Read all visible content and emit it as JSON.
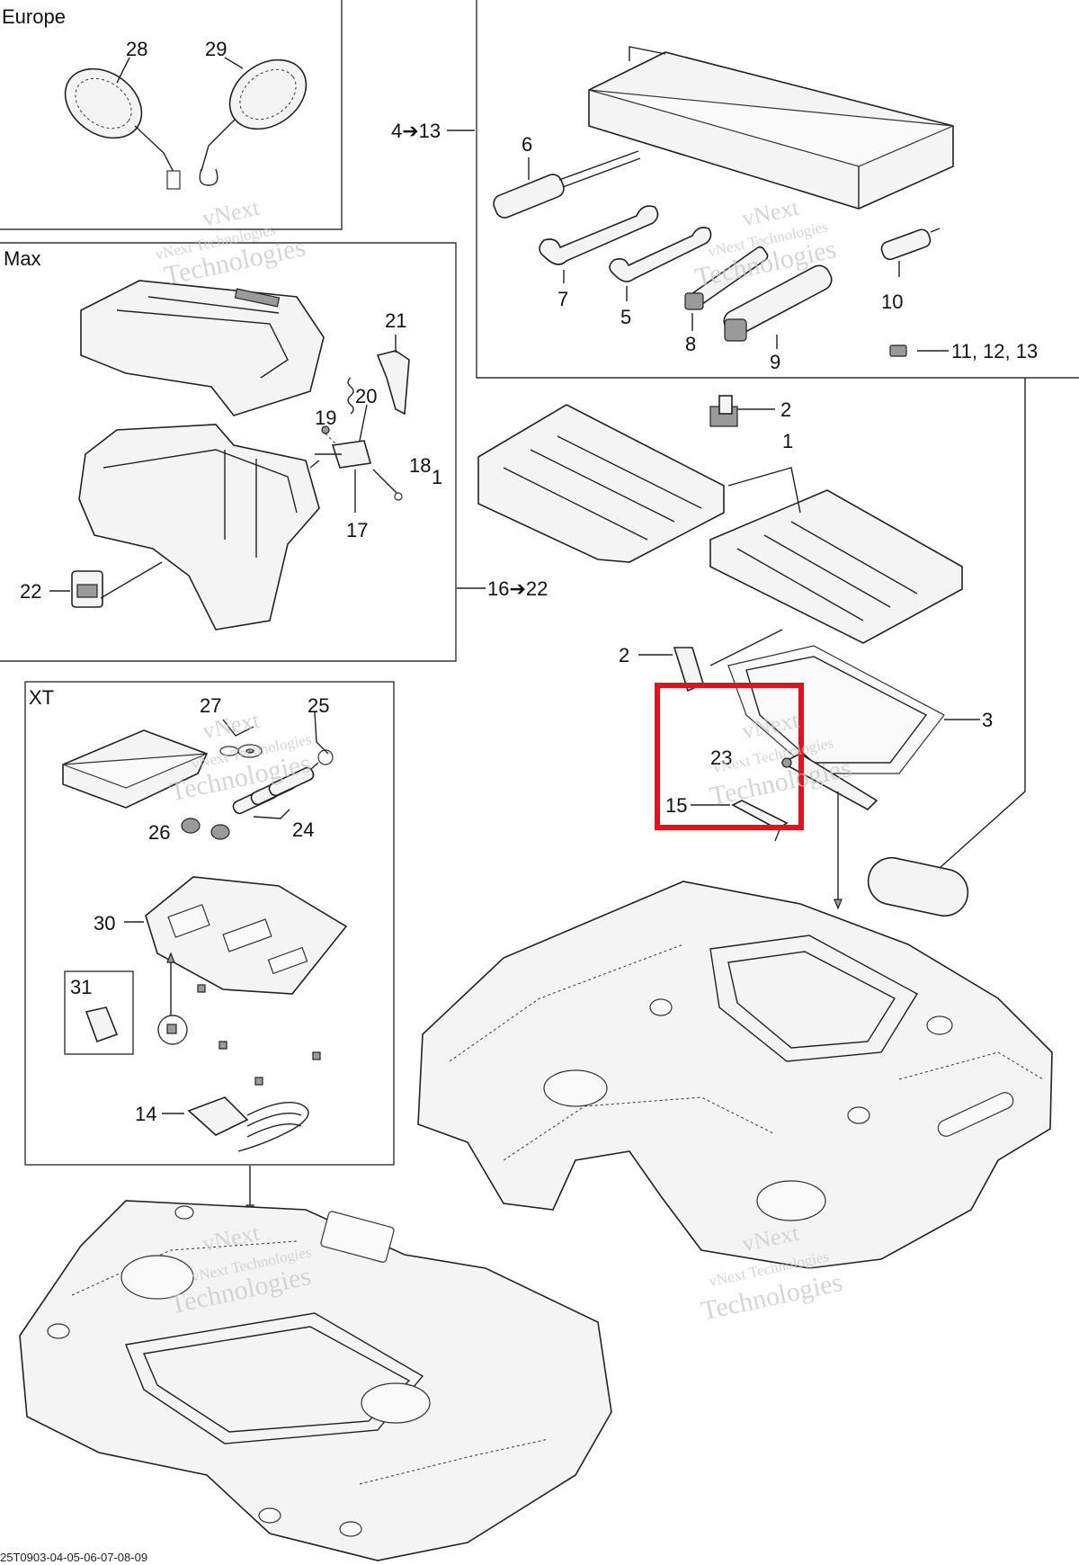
{
  "sections": {
    "europe": "Europe",
    "max": "Max",
    "xt": "XT"
  },
  "callouts": {
    "c28": "28",
    "c29": "29",
    "c4_13": "4➔13",
    "c6": "6",
    "c7": "7",
    "c5": "5",
    "c8": "8",
    "c9": "9",
    "c10": "10",
    "c11_12_13": "11, 12, 13",
    "c21": "21",
    "c20": "20",
    "c19": "19",
    "c18": "18",
    "c1a": "1",
    "c17": "17",
    "c22": "22",
    "c16_22": "16➔22",
    "c2a": "2",
    "c1b": "1",
    "c2b": "2",
    "c3": "3",
    "c23": "23",
    "c15": "15",
    "c27": "27",
    "c25": "25",
    "c24": "24",
    "c26": "26",
    "c30": "30",
    "c31": "31",
    "c14": "14"
  },
  "watermark": {
    "line1": "vNext",
    "line2": "vNext Technologies",
    "line3": "Technologies"
  },
  "footer": {
    "code": "25T0903-04-05-06-07-08-09"
  },
  "colors": {
    "highlight": "#e0141e",
    "ink": "#222222"
  }
}
